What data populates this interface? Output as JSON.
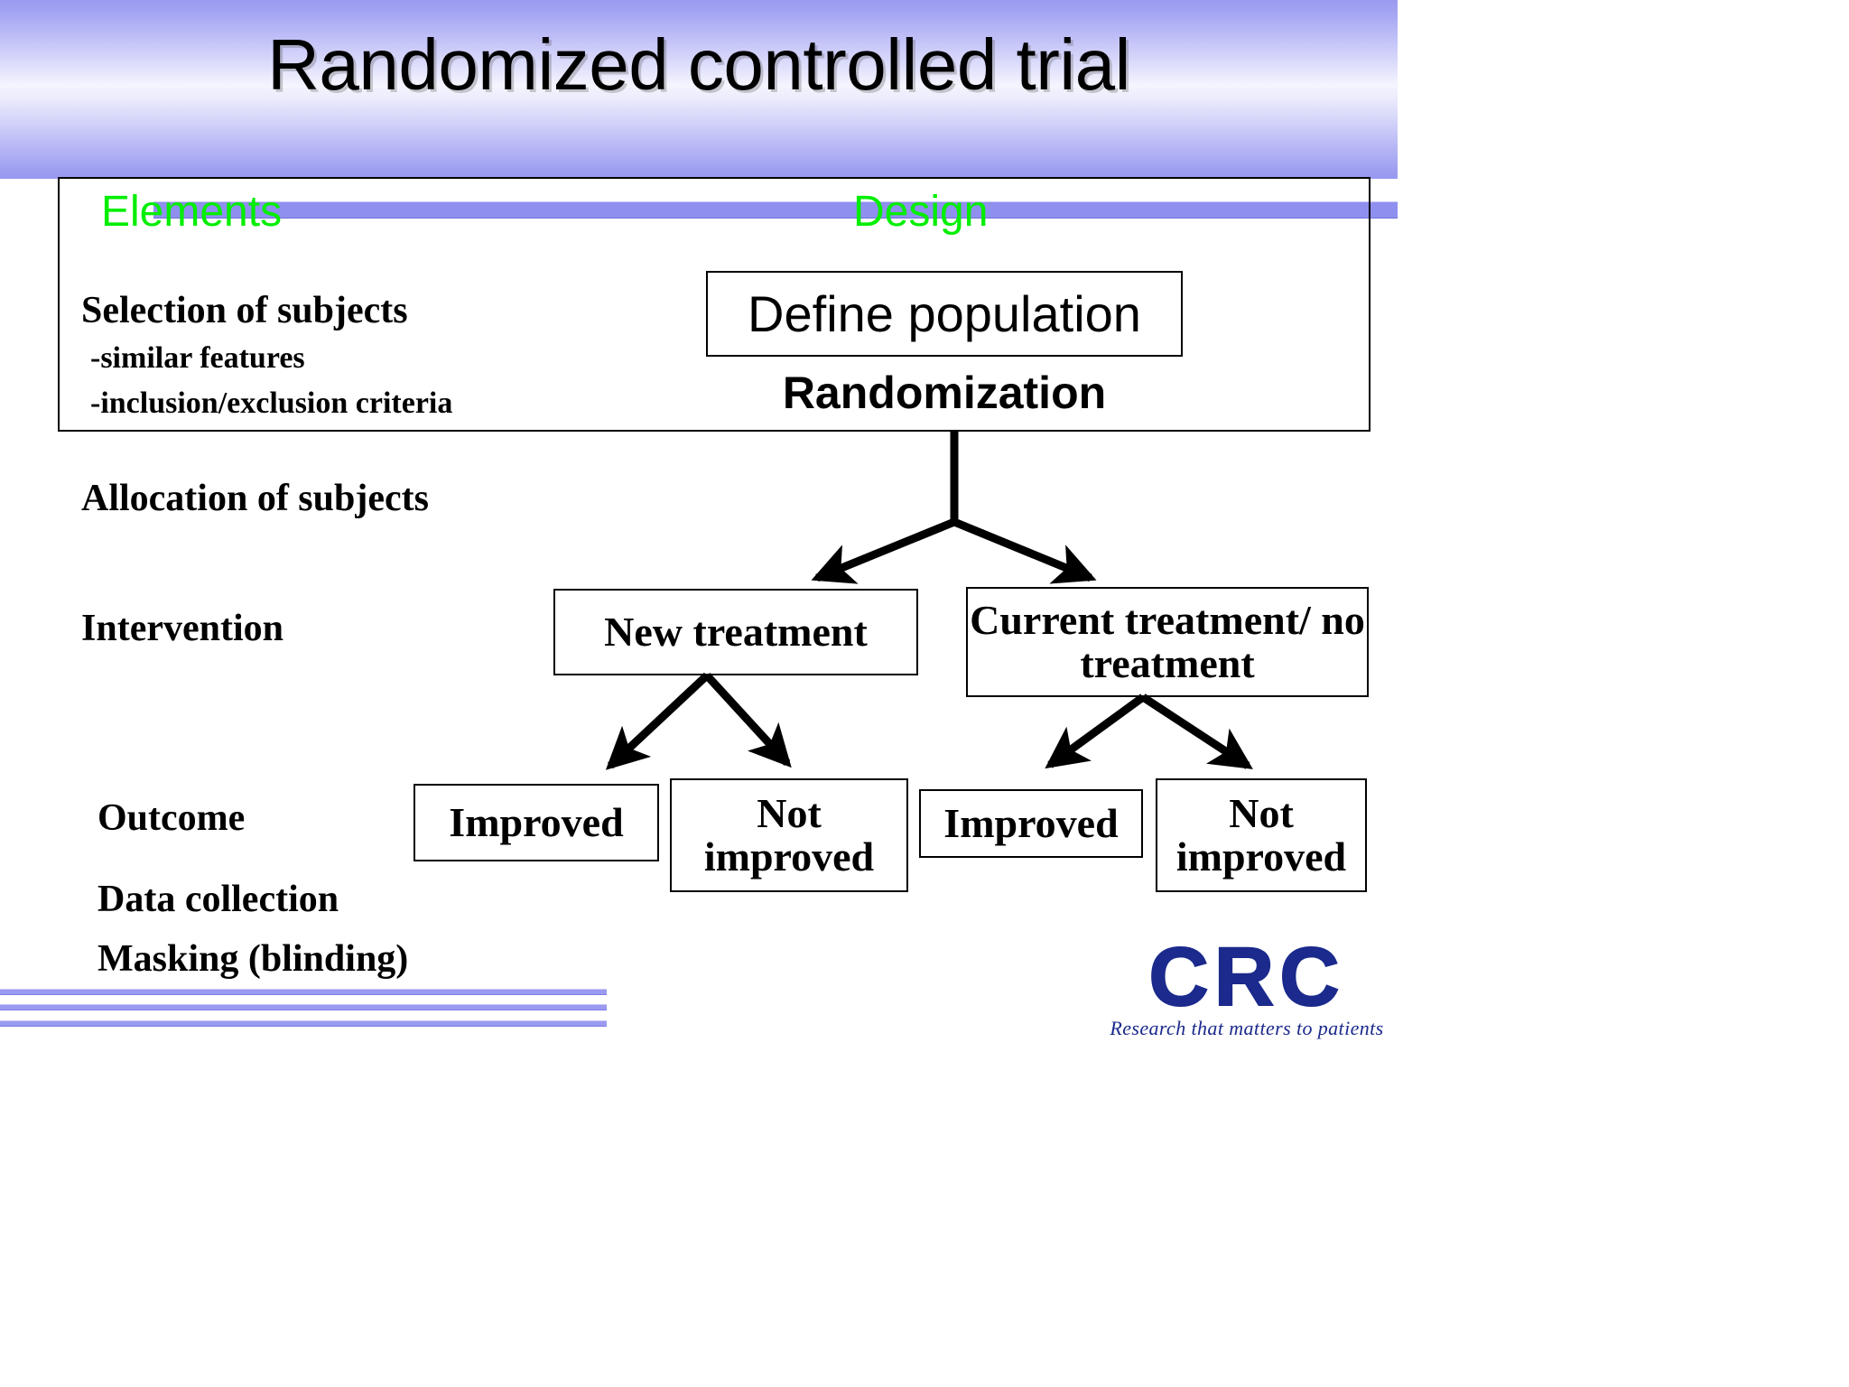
{
  "slide": {
    "title": "Randomized controlled trial",
    "accent_purple": "#8f8ff0",
    "header_green": "#00ee00",
    "logo_blue": "#1b2a8c"
  },
  "columns": {
    "elements_header": "Elements",
    "design_header": "Design"
  },
  "elements": {
    "selection": "Selection of subjects",
    "similar": "-similar features",
    "inclusion": "-inclusion/exclusion criteria",
    "allocation": "Allocation of subjects",
    "intervention": "Intervention",
    "outcome": "Outcome",
    "data_collection": "Data collection",
    "masking": "Masking  (blinding)"
  },
  "design": {
    "define_population": "Define population",
    "randomization": "Randomization",
    "new_treatment": "New treatment",
    "current_treatment": "Current  treatment/ no treatment",
    "improved_left": "Improved",
    "not_improved_left": "Not improved",
    "improved_right": "Improved",
    "not_improved_right": "Not improved"
  },
  "logo": {
    "letters": "CRC",
    "tagline": "Research that matters to patients"
  }
}
